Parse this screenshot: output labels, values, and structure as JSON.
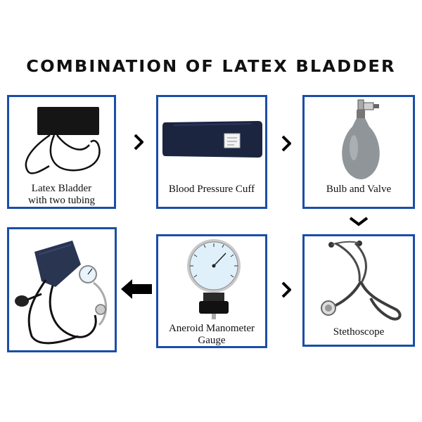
{
  "title": "COMBINATION OF LATEX BLADDER",
  "steps": {
    "bladder": {
      "line1": "Latex Bladder",
      "line2": "with two tubing"
    },
    "cuff": {
      "line1": "Blood Pressure Cuff"
    },
    "bulb": {
      "line1": "Bulb  and Valve"
    },
    "stethoscope": {
      "line1": "Stethoscope"
    },
    "gauge": {
      "line1": "Aneroid Manometer",
      "line2": "Gauge"
    }
  },
  "icons": [
    "chevron-right-icon",
    "chevron-down-icon",
    "arrow-left-icon"
  ],
  "colors": {
    "border": "#1a4ea8",
    "cuff": "#1b2540",
    "bulb": "#8f9598",
    "gauge_face": "#dff0fb"
  }
}
